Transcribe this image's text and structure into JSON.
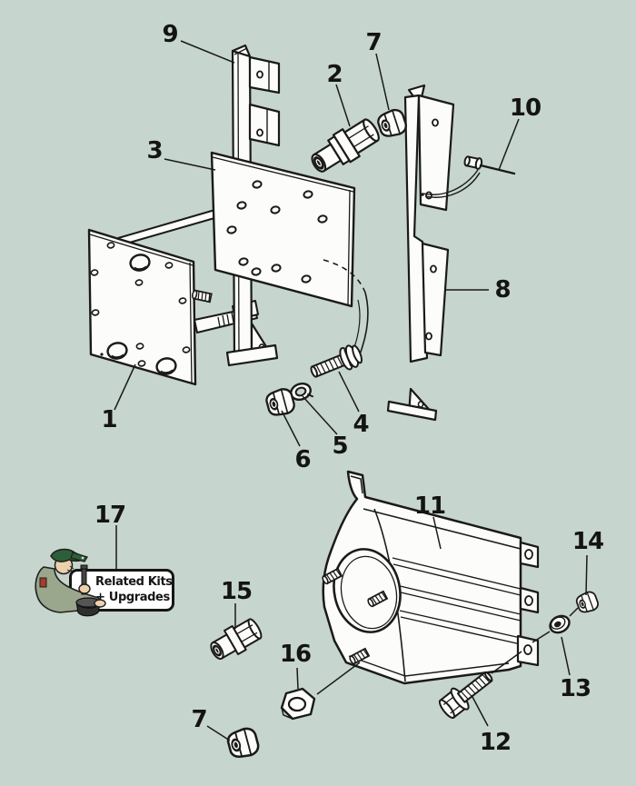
{
  "colors": {
    "background": "#c6d5cd",
    "line": "#1a1a1a",
    "fill_white": "#fcfcfa",
    "badge_background": "#ffffff",
    "badge_border": "#161616",
    "mascot_cap_green": "#2c5f38",
    "mascot_shirt_green": "#9aa78c",
    "mascot_skin": "#edd0ac",
    "mascot_patch_red": "#a63c2a"
  },
  "labels": {
    "l1": "1",
    "l2": "2",
    "l3": "3",
    "l4": "4",
    "l5": "5",
    "l6": "6",
    "l7": "7",
    "l8": "8",
    "l9": "9",
    "l10": "10",
    "l11": "11",
    "l12": "12",
    "l13": "13",
    "l14": "14",
    "l15": "15",
    "l16": "16",
    "l17": "17"
  },
  "badge": {
    "line1": "Related Kits",
    "line2": "+ Upgrades"
  }
}
